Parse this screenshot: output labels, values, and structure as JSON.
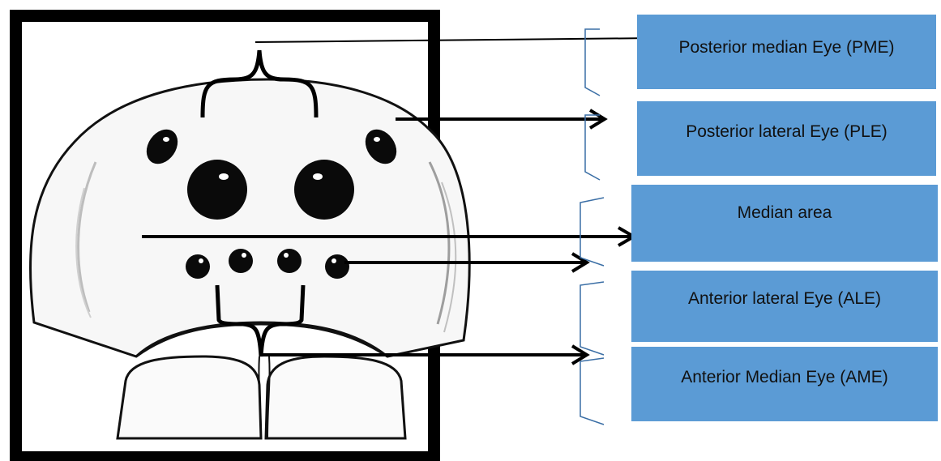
{
  "labels": {
    "pme": "Posterior median Eye (PME)",
    "ple": "Posterior lateral  Eye (PLE)",
    "median_area": "Median area",
    "ale": "Anterior lateral  Eye (ALE)",
    "ame": "Anterior Median  Eye (AME)"
  },
  "colors": {
    "label_box_fill": "#5b9bd5",
    "frame": "#000000",
    "bracket": "#3a6ea5",
    "ink": "#000000"
  }
}
